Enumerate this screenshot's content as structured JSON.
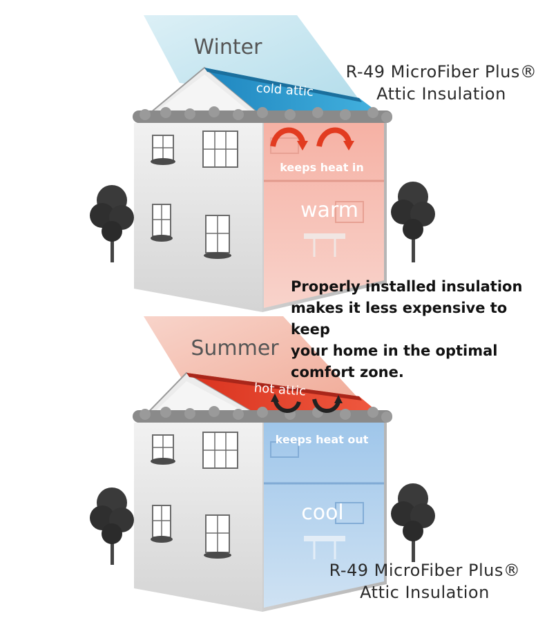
{
  "winter": {
    "season": "Winter",
    "attic": "cold attic",
    "effect": "keeps heat in",
    "room": "warm",
    "brand_line1": "R-49 MicroFiber Plus®",
    "brand_line2": "Attic Insulation"
  },
  "summer": {
    "season": "Summer",
    "attic": "hot attic",
    "effect": "keeps heat out",
    "room": "cool",
    "brand_line1": "R-49 MicroFiber Plus®",
    "brand_line2": "Attic Insulation"
  },
  "callout": {
    "lines": [
      "Properly installed insulation",
      "makes it less expensive to keep",
      "your home in the optimal",
      "comfort zone."
    ]
  },
  "colors": {
    "winter_panel": "#bfe3ee",
    "winter_roof": "#2a9bd1",
    "warm_interior": "#f4a99a",
    "summer_panel": "#f3b7a7",
    "summer_roof": "#e8412c",
    "cool_interior": "#9cc3e6",
    "house_wall": "#dcdcdc",
    "insulation": "#8a8a8a"
  }
}
